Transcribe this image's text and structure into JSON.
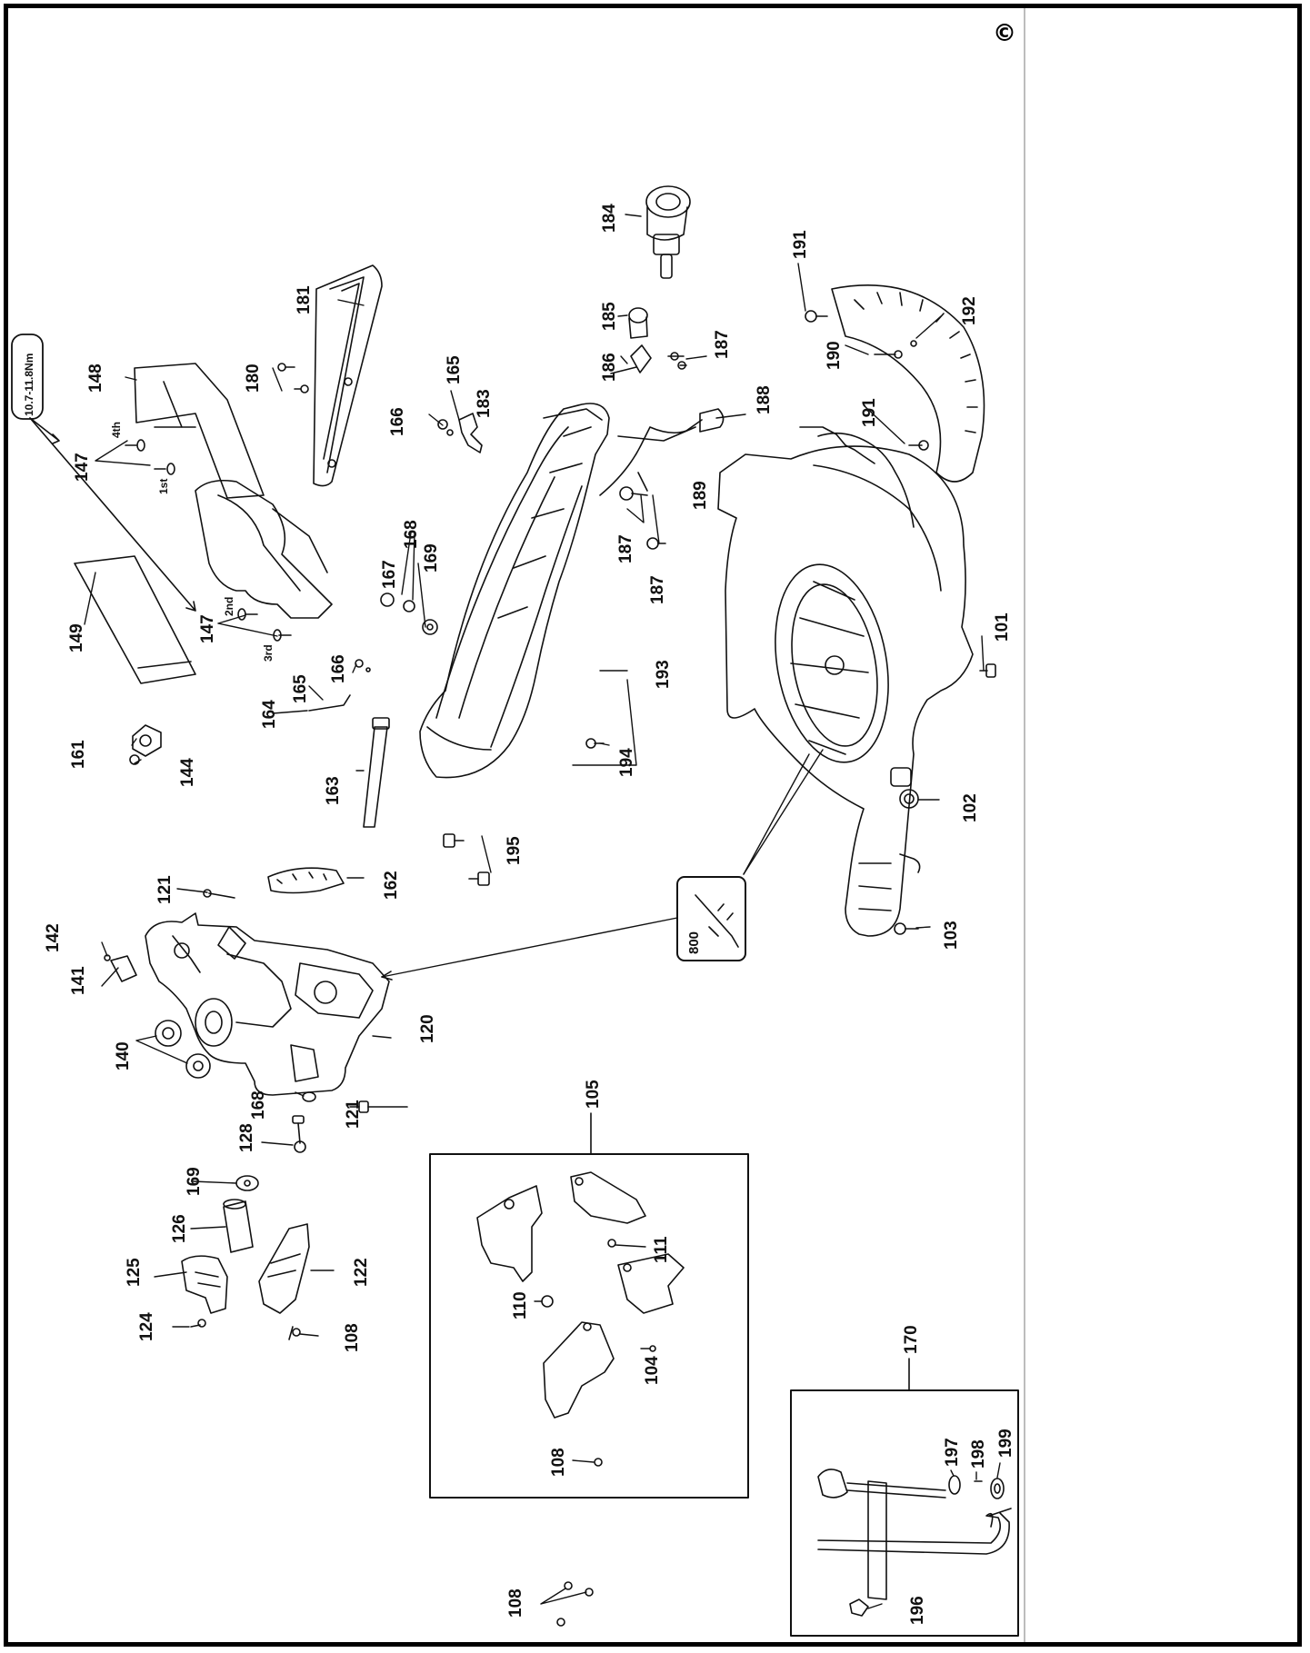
{
  "copyright_symbol": "©",
  "torque_note": "10.7-11.8Nm",
  "screw_orders": [
    "1st",
    "2nd",
    "3rd",
    "4th"
  ],
  "part_numbers": [
    "101",
    "102",
    "103",
    "104",
    "105",
    "108",
    "110",
    "111",
    "120",
    "121",
    "122",
    "124",
    "125",
    "126",
    "128",
    "140",
    "141",
    "142",
    "144",
    "147",
    "148",
    "149",
    "161",
    "162",
    "163",
    "164",
    "165",
    "166",
    "167",
    "168",
    "169",
    "170",
    "180",
    "181",
    "183",
    "184",
    "185",
    "186",
    "187",
    "188",
    "189",
    "190",
    "191",
    "192",
    "193",
    "194",
    "195",
    "196",
    "197",
    "198",
    "199",
    "800"
  ],
  "labels": [
    {
      "id": "l184",
      "text": "184"
    },
    {
      "id": "l191a",
      "text": "191"
    },
    {
      "id": "l192",
      "text": "192"
    },
    {
      "id": "l190",
      "text": "190"
    },
    {
      "id": "l191b",
      "text": "191"
    },
    {
      "id": "l185",
      "text": "185"
    },
    {
      "id": "l186",
      "text": "186"
    },
    {
      "id": "l187a",
      "text": "187"
    },
    {
      "id": "l188",
      "text": "188"
    },
    {
      "id": "l189",
      "text": "189"
    },
    {
      "id": "l187b",
      "text": "187"
    },
    {
      "id": "l187c",
      "text": "187"
    },
    {
      "id": "l101",
      "text": "101"
    },
    {
      "id": "l102",
      "text": "102"
    },
    {
      "id": "l103",
      "text": "103"
    },
    {
      "id": "l800",
      "text": "800"
    },
    {
      "id": "l193",
      "text": "193"
    },
    {
      "id": "l194",
      "text": "194"
    },
    {
      "id": "l195",
      "text": "195"
    },
    {
      "id": "l162",
      "text": "162"
    },
    {
      "id": "l163",
      "text": "163"
    },
    {
      "id": "l166a",
      "text": "166"
    },
    {
      "id": "l165a",
      "text": "165"
    },
    {
      "id": "l183",
      "text": "183"
    },
    {
      "id": "l167",
      "text": "167"
    },
    {
      "id": "l168a",
      "text": "168"
    },
    {
      "id": "l169a",
      "text": "169"
    },
    {
      "id": "l181",
      "text": "181"
    },
    {
      "id": "l180",
      "text": "180"
    },
    {
      "id": "l148",
      "text": "148"
    },
    {
      "id": "l147a",
      "text": "147"
    },
    {
      "id": "l147b",
      "text": "147"
    },
    {
      "id": "l149",
      "text": "149"
    },
    {
      "id": "l164",
      "text": "164"
    },
    {
      "id": "l165b",
      "text": "165"
    },
    {
      "id": "l166b",
      "text": "166"
    },
    {
      "id": "l161",
      "text": "161"
    },
    {
      "id": "l144",
      "text": "144"
    },
    {
      "id": "l121a",
      "text": "121"
    },
    {
      "id": "l142",
      "text": "142"
    },
    {
      "id": "l141",
      "text": "141"
    },
    {
      "id": "l140",
      "text": "140"
    },
    {
      "id": "l120",
      "text": "120"
    },
    {
      "id": "l168b",
      "text": "168"
    },
    {
      "id": "l128",
      "text": "128"
    },
    {
      "id": "l121b",
      "text": "121"
    },
    {
      "id": "l169b",
      "text": "169"
    },
    {
      "id": "l126",
      "text": "126"
    },
    {
      "id": "l125",
      "text": "125"
    },
    {
      "id": "l124",
      "text": "124"
    },
    {
      "id": "l122",
      "text": "122"
    },
    {
      "id": "l108a",
      "text": "108"
    },
    {
      "id": "l105",
      "text": "105"
    },
    {
      "id": "l111",
      "text": "111"
    },
    {
      "id": "l110",
      "text": "110"
    },
    {
      "id": "l104",
      "text": "104"
    },
    {
      "id": "l108b",
      "text": "108"
    },
    {
      "id": "l170",
      "text": "170"
    },
    {
      "id": "l197",
      "text": "197"
    },
    {
      "id": "l198",
      "text": "198"
    },
    {
      "id": "l199",
      "text": "199"
    },
    {
      "id": "l196",
      "text": "196"
    },
    {
      "id": "l108c",
      "text": "108"
    }
  ]
}
